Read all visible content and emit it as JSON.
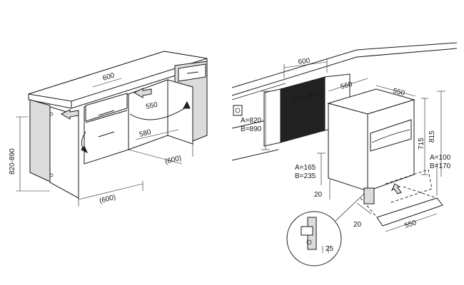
{
  "left_view": {
    "cabinet_width": "600",
    "door_swing": "550",
    "depth": "580",
    "door_width": "(600)",
    "cabinet_depth": "(600)",
    "niche_height": "820-890"
  },
  "right_view": {
    "niche_width": "600",
    "min_depth": "min. 550",
    "unit_depth": "560",
    "unit_width": "550",
    "height_outer": "815",
    "height_inner": "715",
    "a_top_left": "A=820",
    "b_top_left": "B=890",
    "a_bottom_left": "A=165",
    "b_bottom_left": "B=235",
    "a_right": "A=100",
    "b_right": "B=170",
    "plinth_gap": "20",
    "plinth_gap_bottom": "20",
    "plinth_width": "550",
    "detail_dim": "25"
  }
}
